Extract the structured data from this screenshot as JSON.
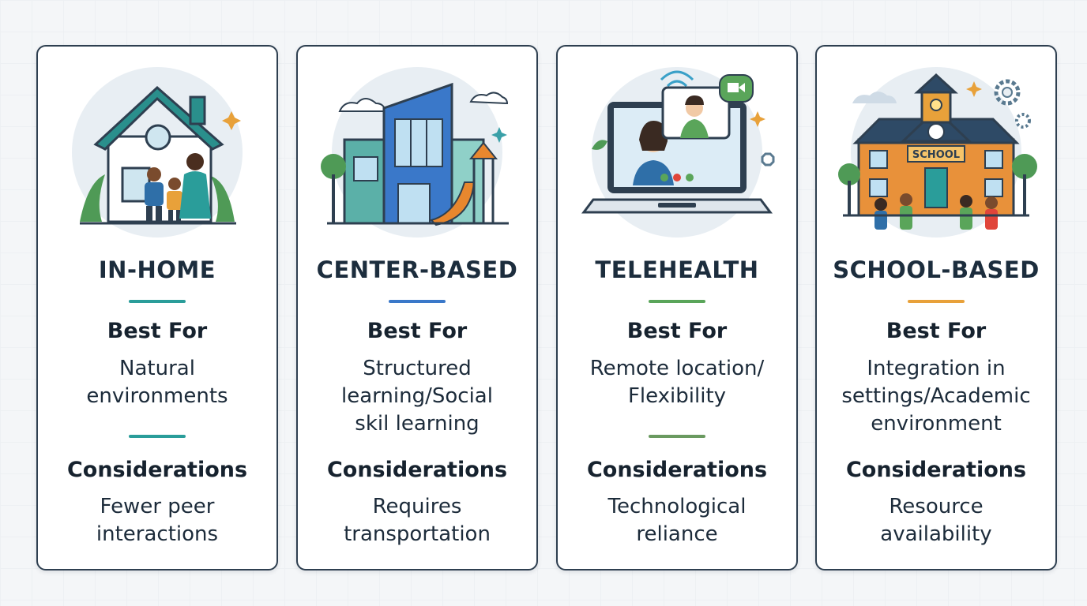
{
  "colors": {
    "in_home": "#2a9d9a",
    "center_based": "#3a78c9",
    "telehealth": "#5aa55a",
    "school_based": "#e8a13a",
    "border": "#2e3f50"
  },
  "cards": [
    {
      "title": "IN-HOME",
      "illustration": "house-family-icon",
      "best_for_label": "Best For",
      "best_for": "Natural\nenvironments",
      "considerations_label": "Considerations",
      "considerations": "Fewer peer\ninteractions"
    },
    {
      "title": "CENTER-BASED",
      "illustration": "center-building-icon",
      "best_for_label": "Best For",
      "best_for": "Structured\nlearning/Social\nskil learning",
      "considerations_label": "Considerations",
      "considerations": "Requires\ntransportation"
    },
    {
      "title": "TELEHEALTH",
      "illustration": "laptop-video-call-icon",
      "best_for_label": "Best For",
      "best_for": "Remote location/\nFlexibility",
      "considerations_label": "Considerations",
      "considerations": "Technological\nreliance"
    },
    {
      "title": "SCHOOL-BASED",
      "illustration": "school-building-icon",
      "best_for_label": "Best For",
      "best_for": "Integration in\nsettings/Academic\nenvironment",
      "considerations_label": "Considerations",
      "considerations": "Resource\navailability"
    }
  ],
  "school_sign": "SCHOOL"
}
